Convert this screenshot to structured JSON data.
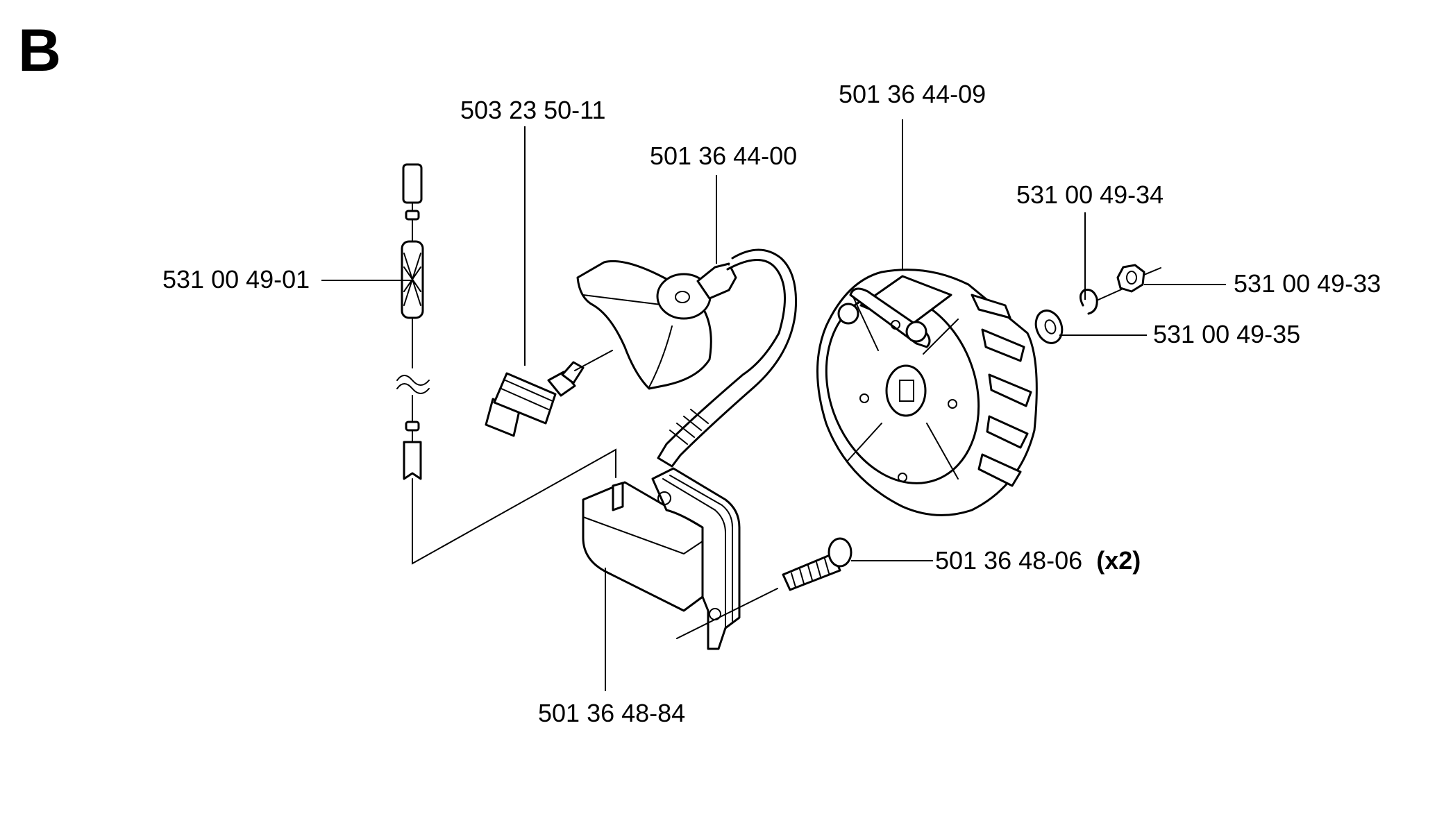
{
  "section_letter": "B",
  "labels": {
    "spark_plug": "503 23 50-11",
    "plug_cap": "501 36 44-00",
    "flywheel": "501 36 44-09",
    "washer_spring": "531 00 49-34",
    "nut": "531 00 49-33",
    "washer": "531 00 49-35",
    "ground_cable": "531 00 49-01",
    "screw": "501 36 48-06",
    "screw_qty": "(x2)",
    "ignition_module": "501 36 48-84"
  },
  "icons": [
    "ground-cable-icon",
    "spark-plug-icon",
    "plug-cap-icon",
    "ignition-module-icon",
    "flywheel-icon",
    "washer-icon",
    "spring-washer-icon",
    "nut-icon",
    "screw-icon"
  ]
}
